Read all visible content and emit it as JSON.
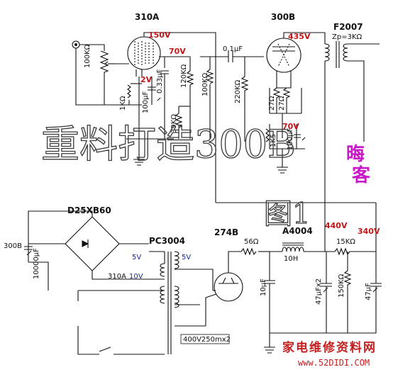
{
  "tubes": {
    "driver": "310A",
    "output": "300B",
    "rectifier": "274B"
  },
  "transformers": {
    "output": "F2007",
    "output_impedance": "Zp=3KΩ",
    "power": "PC3004",
    "choke": "A4004",
    "choke_value": "10H"
  },
  "bridge": "D25XB60",
  "voltages": {
    "v150": "150V",
    "v70a": "70V",
    "v2": "2V",
    "v435": "435V",
    "v70b": "70V",
    "v440": "440V",
    "v340": "340V",
    "sec5a": "5V",
    "sec5b": "5V",
    "sec10": "10V"
  },
  "components": {
    "pot": "100KΩ",
    "r1k": "1KΩ",
    "c100a": "100μF",
    "c033": "0.33μF",
    "r120k": "120KΩ",
    "r39k": "39KΩ",
    "r100k": "100KΩ",
    "c01": "0.1μF",
    "r220k": "220KΩ",
    "r27a": "27Ω",
    "r27b": "27Ω",
    "r1k5": "1K5",
    "c100b": "100μF",
    "r56": "56Ω",
    "r15k": "15KΩ",
    "c10": "10μF",
    "c47x2": "47μFx2",
    "r150k": "150KΩ",
    "c47": "47μF",
    "c10000": "10000μF",
    "heater300b": "300B",
    "heater310a": "310A",
    "hv": "400V250mx2"
  },
  "overlay": {
    "title": "重料打造300B",
    "figure": "图1",
    "signature": "晦客"
  },
  "watermark": {
    "name": "家电维修资料网",
    "url": "www.52DIDI.COM"
  },
  "colors": {
    "voltage": "#c01818",
    "secondary": "#1a2aa0",
    "signature": "#c818c8",
    "watermark": "#c32020"
  }
}
